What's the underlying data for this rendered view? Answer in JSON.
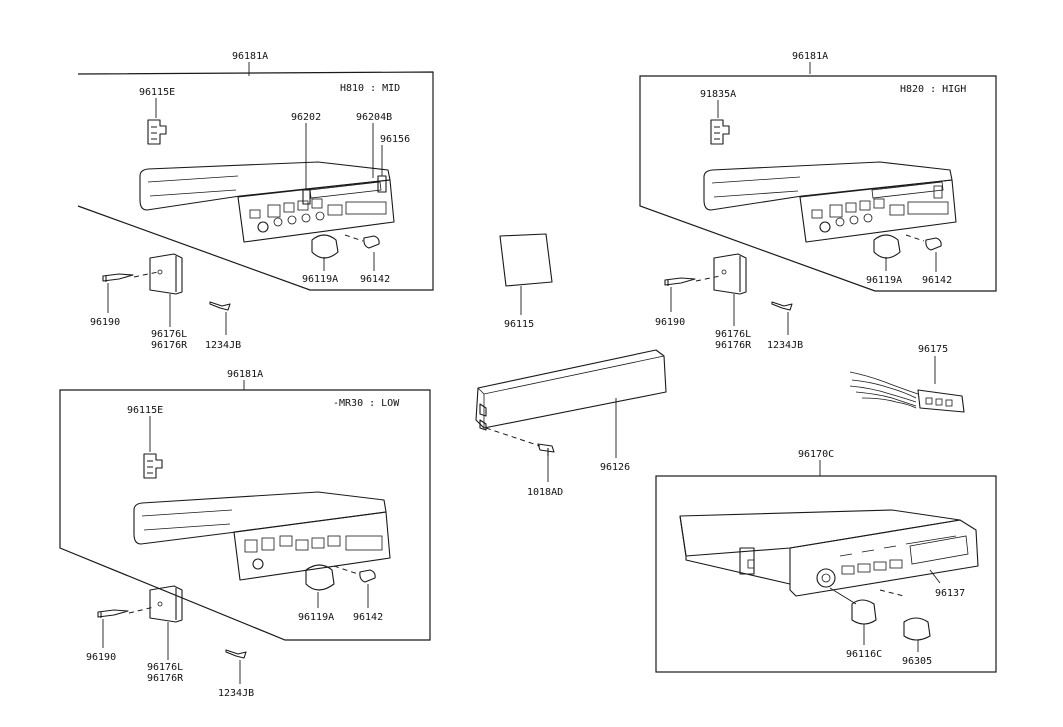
{
  "panels": {
    "top_left": {
      "assembly": "96181A",
      "variant": "H810 : MID",
      "parts": {
        "bracket": "96115E",
        "ant_jack": "96202",
        "socket": "96204B",
        "lamp": "96156",
        "knob": "96119A",
        "button": "96142",
        "screw": "96190",
        "plate": "96176L",
        "plate_r": "96176R",
        "tap": "1234JB"
      }
    },
    "top_right": {
      "assembly": "96181A",
      "variant": "H820 : HIGH",
      "parts": {
        "bracket": "91835A",
        "knob": "96119A",
        "button": "96142",
        "screw": "96190",
        "plate": "96176L",
        "plate_r": "96176R",
        "tap": "1234JB"
      }
    },
    "bottom_left": {
      "assembly": "96181A",
      "variant": "-MR30 : LOW",
      "parts": {
        "bracket": "96115E",
        "knob": "96119A",
        "button": "96142",
        "screw": "96190",
        "plate": "96176L",
        "plate_r": "96176R",
        "tap": "1234JB"
      }
    },
    "bottom_right": {
      "assembly": "96170C",
      "parts": {
        "face": "96137",
        "knob": "96116C",
        "button": "96305"
      }
    }
  },
  "loose_parts": {
    "pad": "96115",
    "case": "96126",
    "bolt": "1018AD",
    "harness": "96175"
  }
}
